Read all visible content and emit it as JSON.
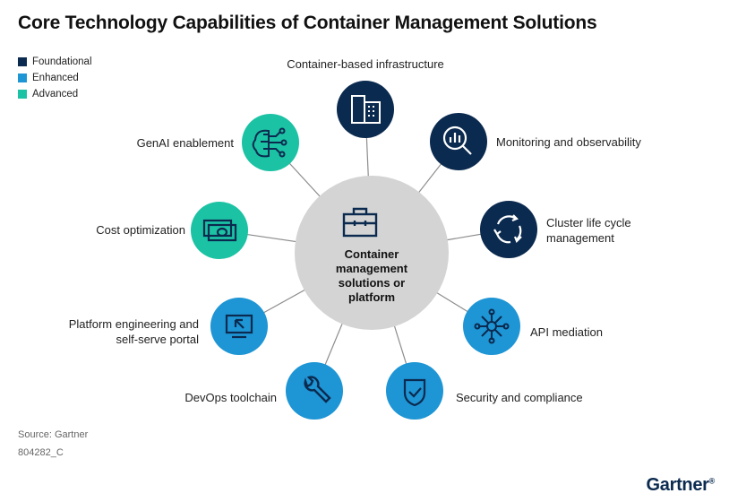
{
  "title": "Core Technology Capabilities of Container Management Solutions",
  "legend": [
    {
      "label": "Foundational",
      "color": "#0b2a4f"
    },
    {
      "label": "Enhanced",
      "color": "#1e95d4"
    },
    {
      "label": "Advanced",
      "color": "#1cc2a4"
    }
  ],
  "hub": {
    "label": "Container management solutions or platform",
    "icon": "briefcase-icon",
    "color": "#d4d4d4"
  },
  "nodes": [
    {
      "id": "container-infra",
      "label": "Container-based infrastructure",
      "tier": "Foundational",
      "icon": "building-icon"
    },
    {
      "id": "monitoring",
      "label": "Monitoring and observability",
      "tier": "Foundational",
      "icon": "magnifier-chart-icon"
    },
    {
      "id": "cluster-lifecycle",
      "label": "Cluster life cycle management",
      "tier": "Foundational",
      "icon": "cycle-arrows-icon"
    },
    {
      "id": "api-mediation",
      "label": "API mediation",
      "tier": "Enhanced",
      "icon": "network-hub-icon"
    },
    {
      "id": "security",
      "label": "Security and compliance",
      "tier": "Enhanced",
      "icon": "shield-check-icon"
    },
    {
      "id": "devops",
      "label": "DevOps toolchain",
      "tier": "Enhanced",
      "icon": "wrench-icon"
    },
    {
      "id": "platform-eng",
      "label": "Platform engineering and self-serve portal",
      "tier": "Enhanced",
      "icon": "monitor-cursor-icon"
    },
    {
      "id": "cost-opt",
      "label": "Cost optimization",
      "tier": "Advanced",
      "icon": "money-bills-icon"
    },
    {
      "id": "genai",
      "label": "GenAI enablement",
      "tier": "Advanced",
      "icon": "brain-circuit-icon"
    }
  ],
  "footer": {
    "source": "Source: Gartner",
    "doc_id": "804282_C",
    "brand": "Gartner"
  }
}
